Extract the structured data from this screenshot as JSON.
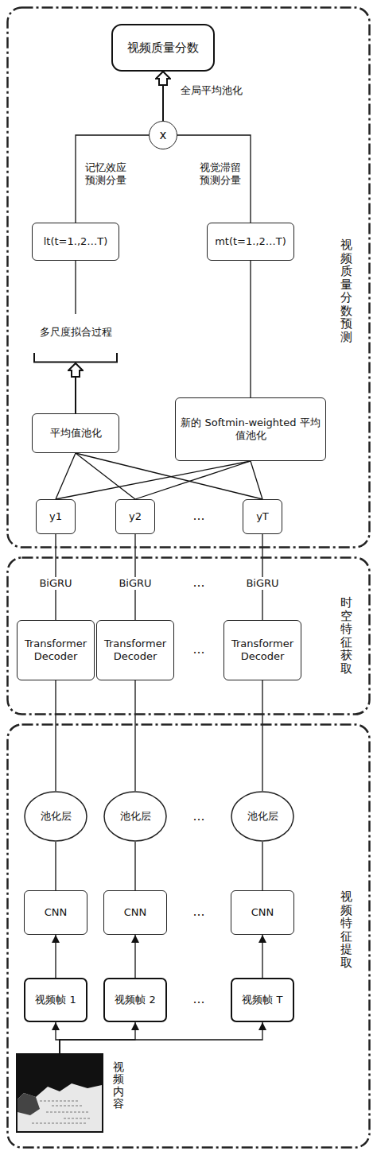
{
  "diagram": {
    "nodes": [
      {
        "text": [
          "视频特征提取"
        ]
      },
      {
        "text": [
          "视频内容"
        ],
        "in": 0
      },
      {
        "text": [
          "视频帧 1"
        ],
        "in": 0
      },
      {
        "text": [
          "视频帧 2"
        ],
        "in": 0
      },
      {
        "text": [
          "视频帧 T"
        ],
        "in": 0
      },
      {
        "text": [
          "CNN"
        ],
        "in": 0
      },
      {
        "text": [
          "CNN"
        ],
        "in": 0
      },
      {
        "text": [
          "CNN"
        ],
        "in": 0
      },
      {
        "text": [
          "池化层"
        ],
        "in": 0
      },
      {
        "text": [
          "池化层"
        ],
        "in": 0
      },
      {
        "text": [
          "池化层"
        ],
        "in": 0
      },
      {
        "text": [
          "时空特征获取"
        ]
      },
      {
        "text": [
          "Transformer Decoder"
        ],
        "in": 11
      },
      {
        "text": [
          "Transformer Decoder"
        ],
        "in": 11
      },
      {
        "text": [
          "Transformer Decoder"
        ],
        "in": 11
      },
      {
        "text": [
          "视频质量分数预测"
        ]
      },
      {
        "text": [
          "y1"
        ],
        "in": 15
      },
      {
        "text": [
          "y2"
        ],
        "in": 15
      },
      {
        "text": [
          "yT"
        ],
        "in": 15
      },
      {
        "text": [
          "平均值池化"
        ],
        "in": 15
      },
      {
        "text": [
          "新的 Softmin-weighted 平均值池化"
        ],
        "in": 15
      },
      {
        "text": [
          "多尺度拟合过程"
        ],
        "in": 15
      },
      {
        "text": [
          "lt(t=1.,2…T)"
        ],
        "in": 15
      },
      {
        "text": [
          "mt(t=1.,2…T)"
        ],
        "in": 15
      },
      {
        "text": [
          "x"
        ],
        "in": 15
      },
      {
        "text": [
          "视频质量分数"
        ],
        "in": 15
      }
    ],
    "edges": [
      {
        "from": 1,
        "to": 2,
        "arrow": "to"
      },
      {
        "from": 1,
        "to": 3,
        "arrow": "to"
      },
      {
        "from": 1,
        "to": 4,
        "arrow": "to"
      },
      {
        "from": 2,
        "to": 5,
        "arrow": "to"
      },
      {
        "from": 3,
        "to": 6,
        "arrow": "to"
      },
      {
        "from": 4,
        "to": 7,
        "arrow": "to"
      },
      {
        "from": 5,
        "to": 8,
        "arrow": "none"
      },
      {
        "from": 6,
        "to": 9,
        "arrow": "none"
      },
      {
        "from": 7,
        "to": 10,
        "arrow": "none"
      },
      {
        "from": 8,
        "to": 12,
        "arrow": "none"
      },
      {
        "from": 9,
        "to": 13,
        "arrow": "none"
      },
      {
        "from": 10,
        "to": 14,
        "arrow": "none"
      },
      {
        "from": 12,
        "to": 16,
        "label": "BiGRU",
        "arrow": "none"
      },
      {
        "from": 13,
        "to": 17,
        "label": "BiGRU",
        "arrow": "none"
      },
      {
        "from": 14,
        "to": 18,
        "label": "BiGRU",
        "arrow": "none"
      },
      {
        "from": 16,
        "to": 19,
        "arrow": "none"
      },
      {
        "from": 17,
        "to": 19,
        "arrow": "none"
      },
      {
        "from": 18,
        "to": 19,
        "arrow": "none"
      },
      {
        "from": 16,
        "to": 20,
        "arrow": "none"
      },
      {
        "from": 17,
        "to": 20,
        "arrow": "none"
      },
      {
        "from": 18,
        "to": 20,
        "arrow": "none"
      },
      {
        "from": 19,
        "to": 21,
        "arrow": "to"
      },
      {
        "from": 21,
        "to": 22,
        "arrow": "none"
      },
      {
        "from": 20,
        "to": 23,
        "arrow": "none"
      },
      {
        "from": 22,
        "to": 24,
        "arrow": "none"
      },
      {
        "from": 23,
        "to": 24,
        "arrow": "none"
      },
      {
        "from": 24,
        "to": 25,
        "arrow": "to"
      }
    ],
    "labels": [
      "记忆效应预测分量",
      "视觉滞留预测分量",
      "全局平均池化",
      "…",
      "…",
      "…",
      "…",
      "…",
      "…"
    ]
  }
}
